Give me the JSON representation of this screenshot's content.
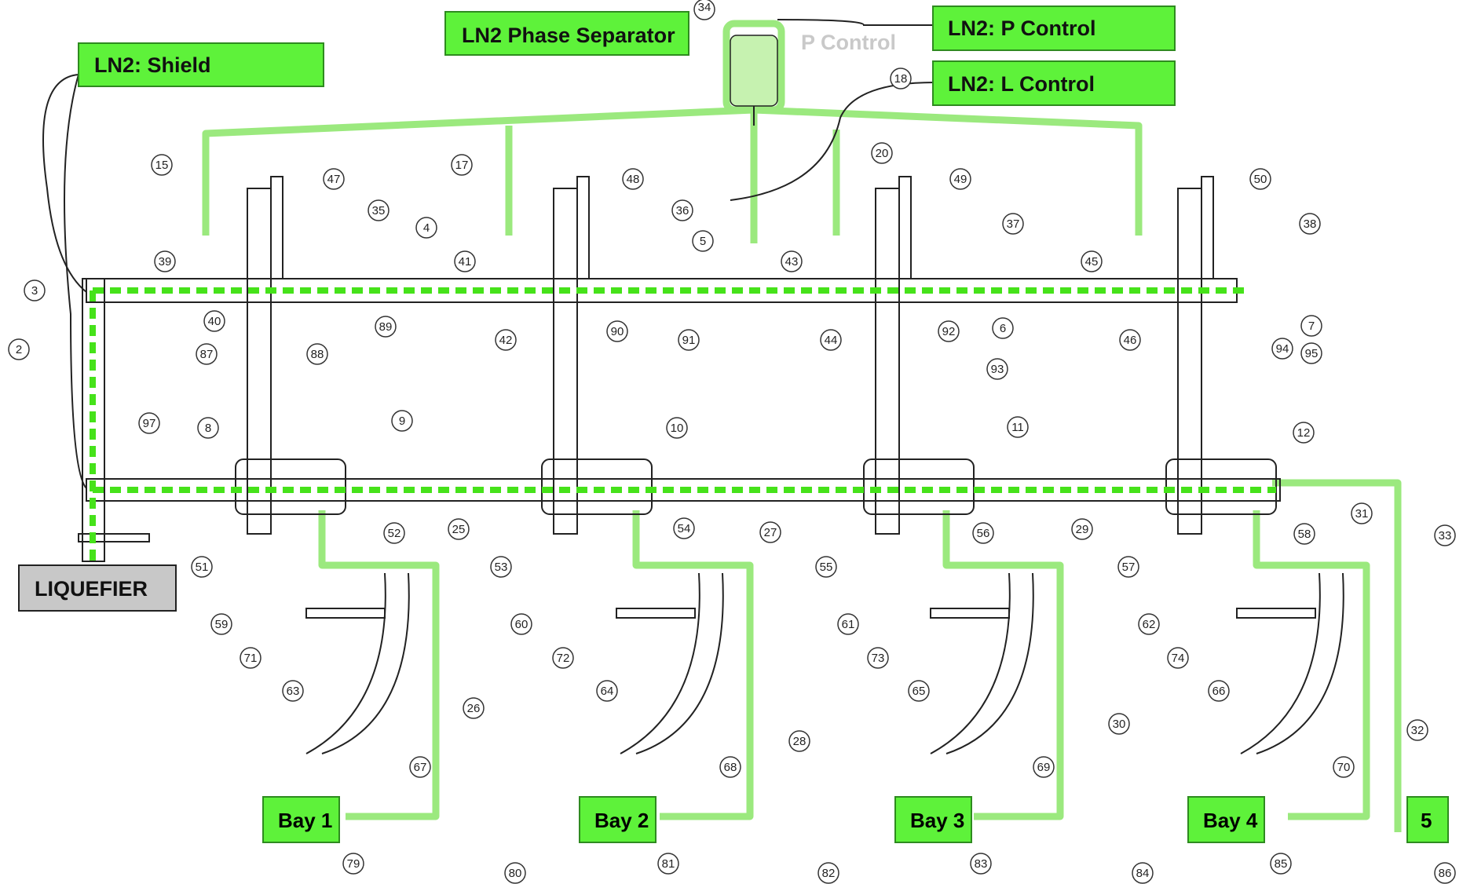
{
  "colors": {
    "label_fill": "#5ef23a",
    "label_border": "#2e8b1f",
    "liquefier_fill": "#c8c8c8",
    "flow_highlight": "#7ee858",
    "flow_dash": "#46e21a",
    "drawing_line": "#222222"
  },
  "labels": {
    "phase_separator": "LN2 Phase Separator",
    "p_control": "LN2: P Control",
    "l_control": "LN2: L Control",
    "shield": "LN2: Shield",
    "liquefier": "LIQUEFIER",
    "bay1": "Bay 1",
    "bay2": "Bay 2",
    "bay3": "Bay 3",
    "bay4": "Bay 4",
    "bay5": "5"
  },
  "balloons": [
    "2",
    "3",
    "4",
    "5",
    "6",
    "7",
    "8",
    "9",
    "10",
    "11",
    "12",
    "15",
    "17",
    "18",
    "20",
    "25",
    "26",
    "27",
    "28",
    "29",
    "30",
    "31",
    "32",
    "33",
    "35",
    "36",
    "37",
    "38",
    "39",
    "40",
    "41",
    "42",
    "43",
    "44",
    "45",
    "46",
    "47",
    "48",
    "49",
    "50",
    "51",
    "52",
    "53",
    "54",
    "55",
    "56",
    "57",
    "58",
    "59",
    "60",
    "61",
    "62",
    "63",
    "64",
    "65",
    "66",
    "67",
    "68",
    "69",
    "70",
    "71",
    "72",
    "73",
    "74",
    "79",
    "80",
    "81",
    "82",
    "83",
    "84",
    "85",
    "86",
    "87",
    "88",
    "89",
    "90",
    "91",
    "92",
    "93",
    "94",
    "95",
    "97"
  ],
  "balloon_top": "34"
}
